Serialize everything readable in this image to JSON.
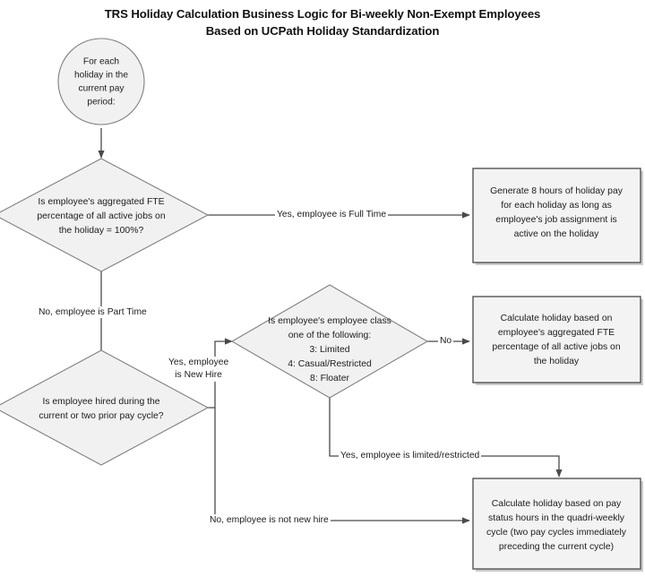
{
  "chart_data": {
    "type": "diagram",
    "diagram_type": "flowchart",
    "title": "TRS Holiday Calculation Business Logic for Bi-weekly Non-Exempt Employees Based on UCPath Holiday Standardization",
    "nodes": [
      {
        "id": "start",
        "shape": "circle",
        "lines": [
          "For each",
          "holiday in the",
          "current pay",
          "period:"
        ]
      },
      {
        "id": "d1",
        "shape": "diamond",
        "lines": [
          "Is employee's aggregated FTE",
          "percentage of all active jobs on",
          "the holiday = 100%?"
        ]
      },
      {
        "id": "p1",
        "shape": "process",
        "lines": [
          "Generate 8 hours of holiday pay",
          "for each holiday as long as",
          "employee's job assignment is",
          "active on the holiday"
        ]
      },
      {
        "id": "d2",
        "shape": "diamond",
        "lines": [
          "Is employee's employee class",
          "one of the following:",
          "3: Limited",
          "4: Casual/Restricted",
          "8: Floater"
        ]
      },
      {
        "id": "p2",
        "shape": "process",
        "lines": [
          "Calculate holiday based on",
          "employee's aggregated FTE",
          "percentage of all active jobs on",
          "the holiday"
        ]
      },
      {
        "id": "d3",
        "shape": "diamond",
        "lines": [
          "Is employee hired during the",
          "current or two prior pay cycle?"
        ]
      },
      {
        "id": "p3",
        "shape": "process",
        "lines": [
          "Calculate holiday based on pay",
          "status hours in the quadri-weekly",
          "cycle (two pay cycles immediately",
          "preceding the current cycle)"
        ]
      }
    ],
    "edges": [
      {
        "from": "start",
        "to": "d1",
        "label": ""
      },
      {
        "from": "d1",
        "to": "p1",
        "label": "Yes, employee is Full Time"
      },
      {
        "from": "d1",
        "to": "d3",
        "label": "No, employee is Part Time"
      },
      {
        "from": "d3",
        "to": "d2",
        "label": "Yes, employee is New Hire"
      },
      {
        "from": "d2",
        "to": "p2",
        "label": "No"
      },
      {
        "from": "d2",
        "to": "p3",
        "label": "Yes, employee is limited/restricted"
      },
      {
        "from": "d3",
        "to": "p3",
        "label": "No, employee is not new hire"
      }
    ],
    "colors": {
      "node_fill": "#f1f1f1",
      "node_stroke": "#808080",
      "box_stroke": "#545454",
      "connector": "#4a4a4a",
      "text": "#1c1c1c",
      "background": "#ffffff"
    }
  },
  "title": {
    "line1": "TRS Holiday Calculation Business Logic for Bi-weekly Non-Exempt Employees",
    "line2": "Based on UCPath Holiday Standardization"
  },
  "nodes": {
    "start": {
      "l1": "For each",
      "l2": "holiday in the",
      "l3": "current pay",
      "l4": "period:"
    },
    "decision_fte": {
      "l1": "Is employee's aggregated FTE",
      "l2": "percentage of all active jobs on",
      "l3": "the holiday = 100%?"
    },
    "process_fulltime": {
      "l1": "Generate 8 hours of holiday pay",
      "l2": "for each holiday as long as",
      "l3": "employee's job assignment is",
      "l4": "active on the holiday"
    },
    "decision_class": {
      "l1": "Is employee's employee class",
      "l2": "one of the following:",
      "l3": "3: Limited",
      "l4": "4: Casual/Restricted",
      "l5": "8: Floater"
    },
    "process_fte_prorate": {
      "l1": "Calculate holiday based on",
      "l2": "employee's aggregated FTE",
      "l3": "percentage of all active jobs on",
      "l4": "the holiday"
    },
    "decision_newhire": {
      "l1": "Is employee hired during the",
      "l2": "current or two prior pay cycle?"
    },
    "process_quadriweekly": {
      "l1": "Calculate holiday based on pay",
      "l2": "status hours in the quadri-weekly",
      "l3": "cycle (two pay cycles immediately",
      "l4": "preceding the current cycle)"
    }
  },
  "edge_labels": {
    "yes_full_time": "Yes, employee is Full Time",
    "no_part_time": "No, employee is Part Time",
    "yes_new_hire_l1": "Yes, employee",
    "yes_new_hire_l2": "is New Hire",
    "no_class": "No",
    "yes_limited_restricted": "Yes, employee is limited/restricted",
    "no_not_new_hire": "No, employee is not new hire"
  }
}
